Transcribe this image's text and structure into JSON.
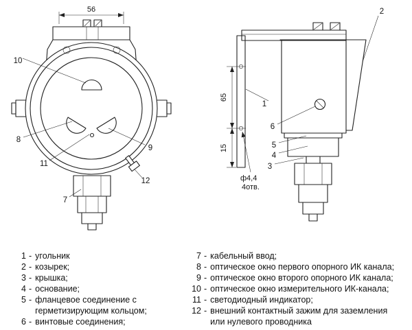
{
  "colors": {
    "background": "#ffffff",
    "line": "#202020",
    "text": "#111111"
  },
  "drawing": {
    "front_view": {
      "width_dim": "56",
      "callout_7": "7",
      "callout_8": "8",
      "callout_9": "9",
      "callout_10": "10",
      "callout_11": "11",
      "callout_12": "12"
    },
    "side_view": {
      "dim_65": "65",
      "dim_15": "15",
      "holes_dia": "ф4,4",
      "holes_count": "4отв.",
      "callout_1": "1",
      "callout_2": "2",
      "callout_3": "3",
      "callout_4": "4",
      "callout_5": "5",
      "callout_6": "6"
    }
  },
  "legend": {
    "dash": "-",
    "left": [
      {
        "num": "1",
        "text": "угольник"
      },
      {
        "num": "2",
        "text": "козырек;"
      },
      {
        "num": "3",
        "text": "крышка;"
      },
      {
        "num": "4",
        "text": "основание;"
      },
      {
        "num": "5",
        "text": "фланцевое соединение с\nгерметизирующим кольцом;"
      },
      {
        "num": "6",
        "text": "винтовые соединения;"
      }
    ],
    "right": [
      {
        "num": "7",
        "text": "кабельный ввод;"
      },
      {
        "num": "8",
        "text": "оптическое окно первого опорного ИК канала;"
      },
      {
        "num": "9",
        "text": "оптическое окно второго опорного ИК канала;"
      },
      {
        "num": "10",
        "text": "оптическое окно измерительного ИК-канала;"
      },
      {
        "num": "11",
        "text": "светодиодный индикатор;"
      },
      {
        "num": "12",
        "text": "внешний контактный зажим для заземления\nили нулевого проводника"
      }
    ]
  }
}
